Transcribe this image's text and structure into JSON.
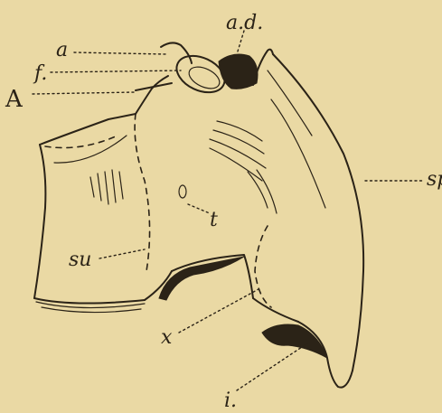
{
  "labels": {
    "a": "a",
    "ad": "a.d.",
    "f": "f.",
    "A": "A",
    "sp": "sp.",
    "t": "t",
    "su": "su",
    "x": "x",
    "i": "i."
  },
  "colors": {
    "paper": "#ead9a4",
    "ink": "#2b2317"
  }
}
